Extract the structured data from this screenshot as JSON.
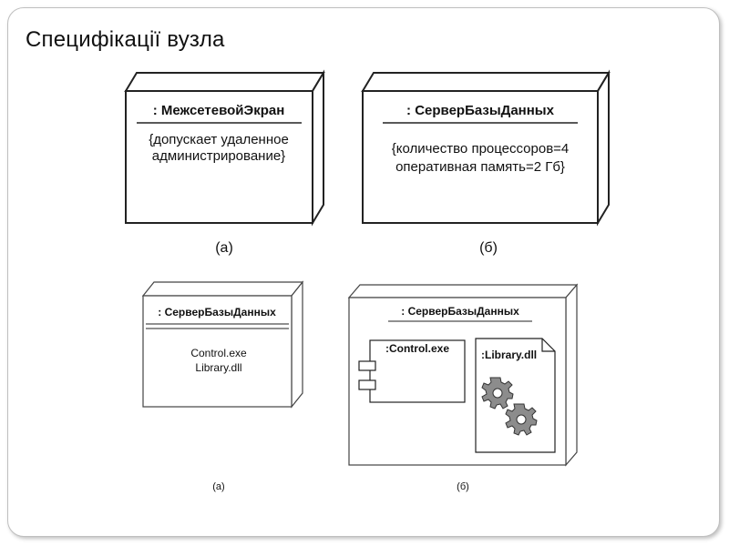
{
  "slide": {
    "title": "Специфікації вузла"
  },
  "top_row": {
    "node_a": {
      "name": ": МежсетевойЭкран",
      "tag_line1": "{допускает удаленное",
      "tag_line2": "администрирование}",
      "caption": "(а)"
    },
    "node_b": {
      "name": ": СерверБазыДанных",
      "tag_line1": "{количество процессоров=4",
      "tag_line2": "оперативная память=2 Гб}",
      "caption": "(б)"
    }
  },
  "bottom_row": {
    "node_a": {
      "name": ": СерверБазыДанных",
      "item1": "Control.exe",
      "item2": "Library.dll",
      "caption": "(а)"
    },
    "node_b": {
      "name": ": СерверБазыДанных",
      "component": ":Control.exe",
      "artifact": ":Library.dll",
      "caption": "(б)"
    }
  },
  "colors": {
    "gear": "#8c8c8c",
    "line": "#222222"
  }
}
